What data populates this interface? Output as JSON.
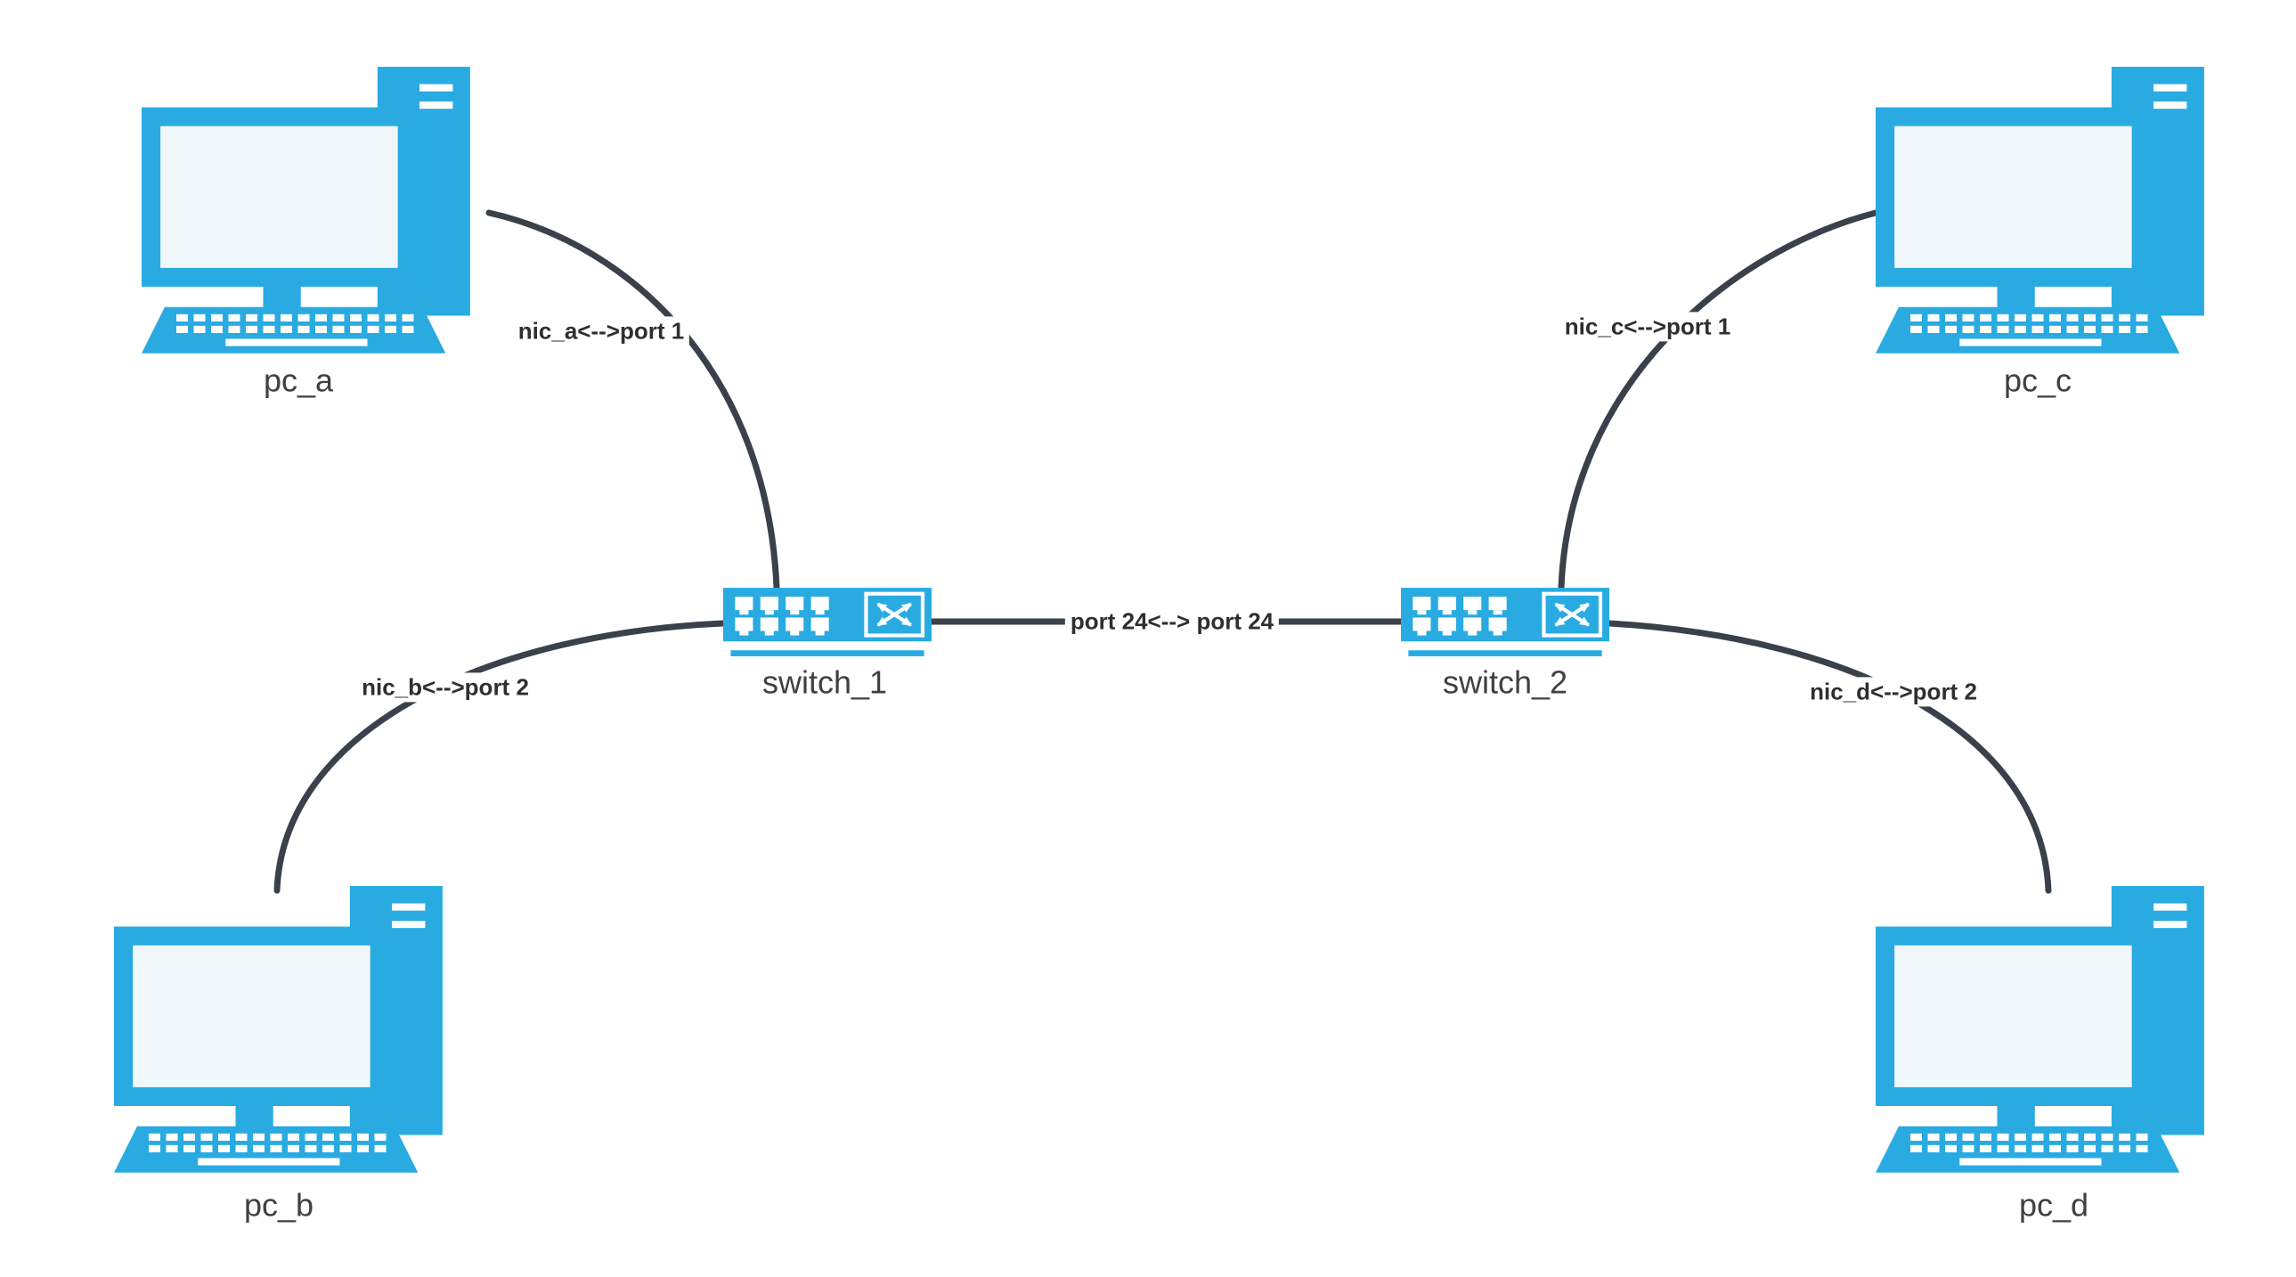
{
  "diagram": {
    "nodes": {
      "pc_a": {
        "label": "pc_a",
        "kind": "pc"
      },
      "pc_b": {
        "label": "pc_b",
        "kind": "pc"
      },
      "pc_c": {
        "label": "pc_c",
        "kind": "pc"
      },
      "pc_d": {
        "label": "pc_d",
        "kind": "pc"
      },
      "switch_1": {
        "label": "switch_1",
        "kind": "switch"
      },
      "switch_2": {
        "label": "switch_2",
        "kind": "switch"
      }
    },
    "edges": {
      "pc_a__switch_1": {
        "from": "pc_a",
        "to": "switch_1",
        "label": "nic_a<-->port 1"
      },
      "pc_b__switch_1": {
        "from": "pc_b",
        "to": "switch_1",
        "label": "nic_b<-->port 2"
      },
      "switch_1__switch_2": {
        "from": "switch_1",
        "to": "switch_2",
        "label": "port 24<--> port 24"
      },
      "pc_c__switch_2": {
        "from": "pc_c",
        "to": "switch_2",
        "label": "nic_c<-->port 1"
      },
      "pc_d__switch_2": {
        "from": "pc_d",
        "to": "switch_2",
        "label": "nic_d<-->port 2"
      }
    },
    "colors": {
      "node_fill": "#29abe2",
      "screen_fill": "#f0f8fc",
      "edge_stroke": "#3a414b",
      "node_label": "#404040",
      "edge_label": "#2f2f2f",
      "background": "#ffffff"
    }
  }
}
